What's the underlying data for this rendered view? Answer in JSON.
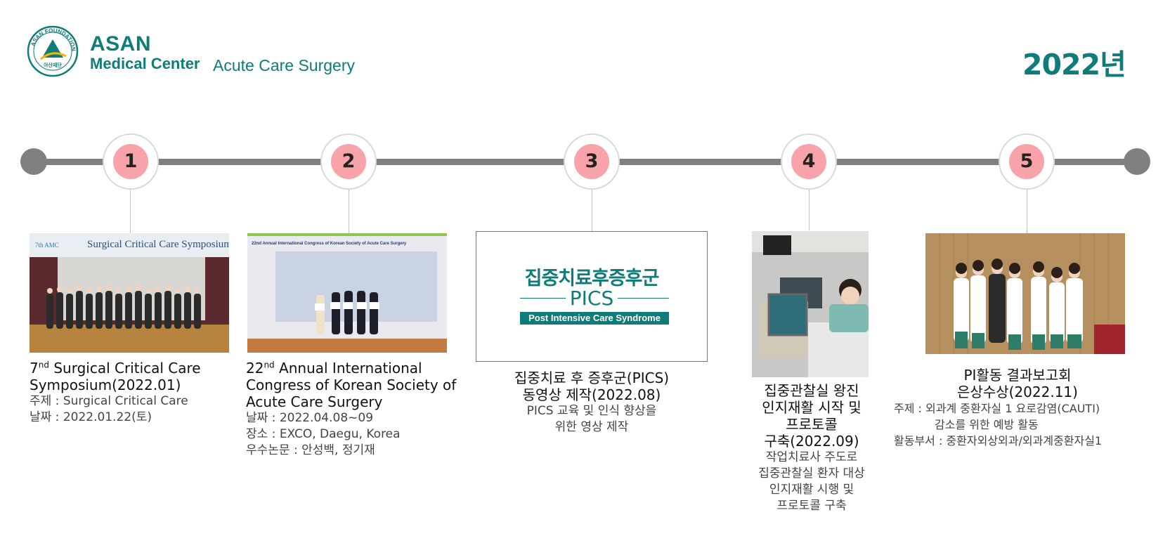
{
  "header": {
    "logo_ring_text": "ASAN FOUNDATION",
    "logo_inner_text": "아산재단",
    "brand_name": "ASAN",
    "brand_sub": "Medical Center",
    "department": "Acute Care Surgery",
    "year": "2022년"
  },
  "colors": {
    "brand": "#107c79",
    "node_fill": "#f8a3a9",
    "line": "#808080"
  },
  "timeline": {
    "nodes": [
      "1",
      "2",
      "3",
      "4",
      "5"
    ]
  },
  "events": [
    {
      "title_pre": "7",
      "title_sup": "nd",
      "title_line1": " Surgical Critical Care",
      "title_line2": "Symposium(2022.01)",
      "details": [
        "주제 : Surgical Critical Care",
        "날짜 : 2022.01.22(토)"
      ],
      "image_banner": "Surgical Critical Care Symposium",
      "image_banner_prefix": "7th AMC"
    },
    {
      "title_pre": "22",
      "title_sup": "nd",
      "title_line1": " Annual International",
      "title_line2": "Congress of Korean Society of",
      "title_line3": "Acute Care Surgery",
      "details": [
        "날짜 : 2022.04.08~09",
        "장소 : EXCO, Daegu, Korea",
        "우수논문 : 안성백, 정기재"
      ],
      "image_banner": "22nd Annual International Congress of Korean Society of Acute Care Surgery"
    },
    {
      "title_line1": "집중치료 후 증후군(PICS)",
      "title_line2": "동영상 제작(2022.08)",
      "details": [
        "PICS 교육 및 인식 향상을",
        "위한 영상 제작"
      ],
      "image_title": "집중치료후증후군",
      "image_acronym": "PICS",
      "image_subtitle": "Post Intensive Care Syndrome"
    },
    {
      "title_line1": "집중관찰실 왕진",
      "title_line2": "인지재활 시작 및",
      "title_line3": "프로토콜",
      "title_line4": "구축(2022.09)",
      "details": [
        "작업치료사 주도로",
        "집중관찰실 환자 대상",
        "인지재활 시행 및",
        "프로토콜 구축"
      ]
    },
    {
      "title_line1": "PI활동 결과보고회",
      "title_line2": "은상수상(2022.11)",
      "details": [
        "주제 : 외과계 중환자실 1 요로감염(CAUTI)",
        "감소를 위한 예방 활동",
        "활동부서 : 중환자외상외과/외과계중환자실1"
      ]
    }
  ]
}
